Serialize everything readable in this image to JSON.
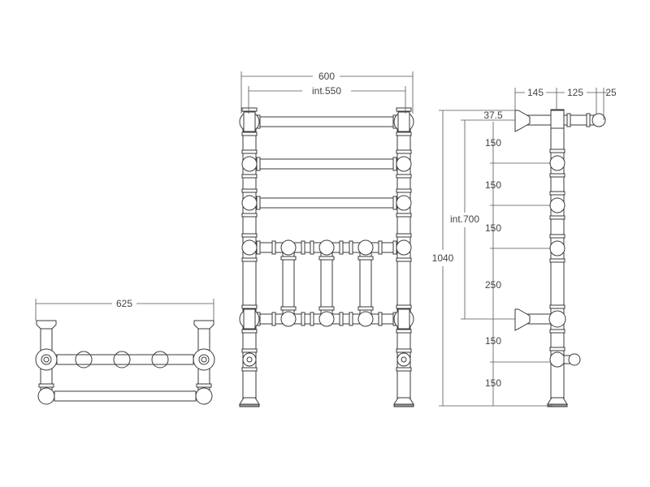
{
  "colors": {
    "line": "#3a3a3a",
    "dimension": "#555555",
    "text": "#444444",
    "background": "#ffffff"
  },
  "top_view": {
    "width_label": "625"
  },
  "front_view": {
    "width_label": "600",
    "internal_width_label": "int.550"
  },
  "side_view": {
    "height_label": "1040",
    "internal_height_label": "int.700",
    "depth_labels": [
      "145",
      "125",
      "25"
    ],
    "spacing_labels": [
      "37.5",
      "150",
      "150",
      "150",
      "250",
      "150",
      "150"
    ]
  }
}
